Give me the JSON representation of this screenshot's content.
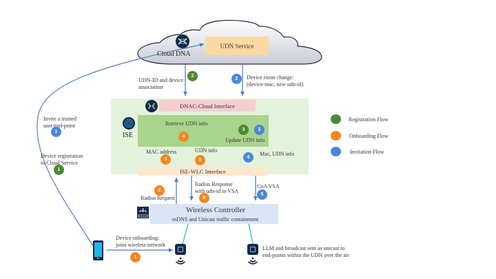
{
  "cloud": {
    "label": "Cloud DNA",
    "service_label": "UDN Service",
    "icon": "cloud-dna-icon"
  },
  "colors": {
    "registration": "#4a8a32",
    "onboarding": "#f5861f",
    "invitation": "#4a88d8",
    "arrow": "#4a7fc9",
    "ise_region": "#e4f2dc",
    "ise_box": "#a8d48c",
    "dnac_interface": "#f6cfcf",
    "wlc_interface": "#fde8cc",
    "wlc_box": "#d9e4f6",
    "udn_service": "#fcd9a3"
  },
  "ise": {
    "label": "ISE",
    "retrieve_label": "Retrieve UDN info",
    "update_label": "Update UDN info",
    "dnac_interface_label": "DNAC-Cloud Interface",
    "wlc_interface_label": "ISE-WLC Interface"
  },
  "wlc": {
    "title": "Wireless Controller",
    "subtitle": "mDNS and Unicast traffic containment"
  },
  "annotations": {
    "udn_id_assoc": [
      "UDN-ID and device",
      "association"
    ],
    "room_change": [
      "Device room change:",
      "(device-mac, new udn-id)"
    ],
    "mac_address": "MAC address",
    "udn_info": "UDN info",
    "mac_udn_info": "Mac, UDN info",
    "radius_request": "Radius Request",
    "radius_response": [
      "Radius Response",
      "with udn-id in VSA"
    ],
    "coa_vsa": "CoA VSA",
    "invite": [
      "Invite a trusted",
      "user/end-point"
    ],
    "device_registration": [
      "Device registration",
      "to Cloud Service"
    ],
    "device_onboarding": [
      "Device onboarding:",
      "joins wireless network"
    ],
    "llm_broadcast": [
      "LLM and broadcast sent as unicast to",
      "end-points within the UDN over the air"
    ]
  },
  "badges": {
    "reg_2": "2",
    "inv_2": "2",
    "reg_3": "3",
    "inv_3": "3",
    "onb_4": "4",
    "onb_3": "3",
    "onb_5": "5",
    "inv_4": "4",
    "onb_2": "2",
    "onb_6": "6",
    "inv_5": "5",
    "inv_1": "1",
    "reg_1": "1",
    "onb_1": "1"
  },
  "legend": [
    {
      "label": "Registration Flow",
      "color": "#4a8a32"
    },
    {
      "label": "Onboarding Flow",
      "color": "#f5861f"
    },
    {
      "label": "Invitation Flow",
      "color": "#4a88d8"
    }
  ]
}
